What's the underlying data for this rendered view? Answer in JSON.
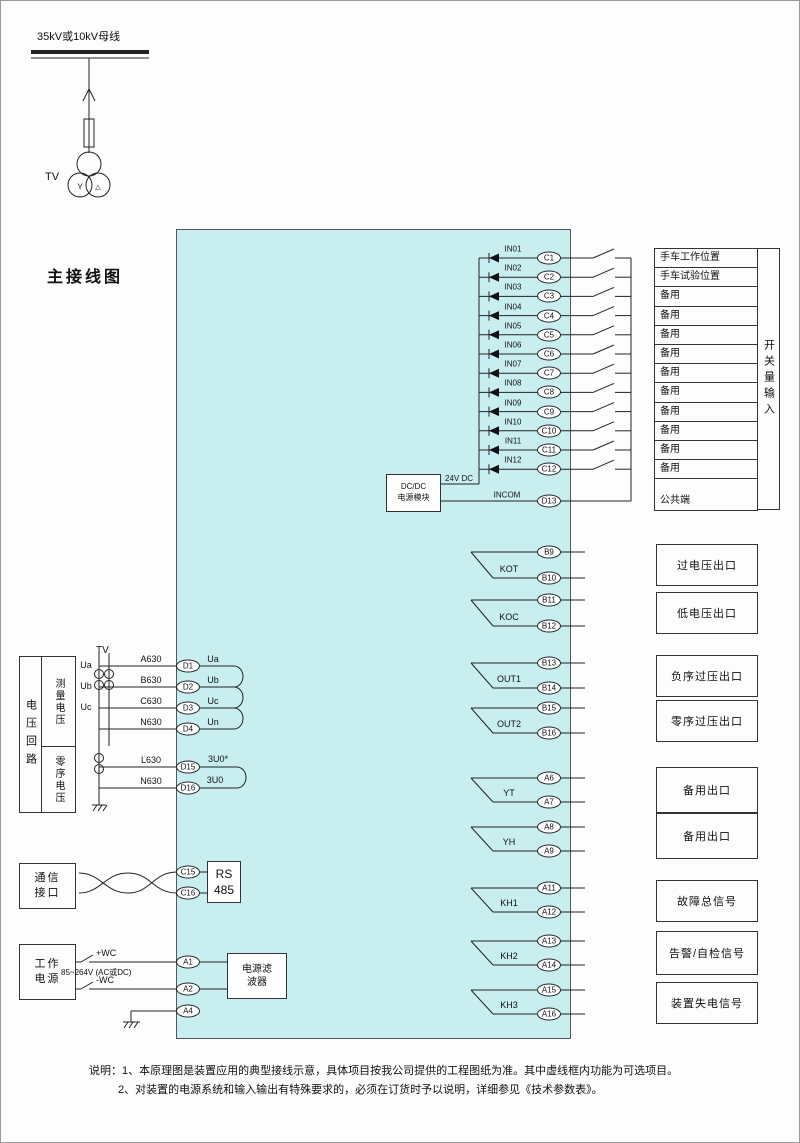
{
  "header": {
    "bus_label": "35kV或10kV母线",
    "tv_label": "TV",
    "tv_symbol_left": "Y",
    "tv_symbol_right": "△",
    "diagram_title": "主接线图"
  },
  "digital_inputs": {
    "group_label": "开关量输入",
    "dcdc": {
      "line1": "DC/DC",
      "line2": "电源模块",
      "voltage": "24V DC"
    },
    "common": {
      "signal": "INCOM",
      "terminal": "D13",
      "desc": "公共端"
    },
    "rows": [
      {
        "signal": "IN01",
        "terminal": "C1",
        "desc": "手车工作位置"
      },
      {
        "signal": "IN02",
        "terminal": "C2",
        "desc": "手车试验位置"
      },
      {
        "signal": "IN03",
        "terminal": "C3",
        "desc": "备用"
      },
      {
        "signal": "IN04",
        "terminal": "C4",
        "desc": "备用"
      },
      {
        "signal": "IN05",
        "terminal": "C5",
        "desc": "备用"
      },
      {
        "signal": "IN06",
        "terminal": "C6",
        "desc": "备用"
      },
      {
        "signal": "IN07",
        "terminal": "C7",
        "desc": "备用"
      },
      {
        "signal": "IN08",
        "terminal": "C8",
        "desc": "备用"
      },
      {
        "signal": "IN09",
        "terminal": "C9",
        "desc": "备用"
      },
      {
        "signal": "IN10",
        "terminal": "C10",
        "desc": "备用"
      },
      {
        "signal": "IN11",
        "terminal": "C11",
        "desc": "备用"
      },
      {
        "signal": "IN12",
        "terminal": "C12",
        "desc": "备用"
      }
    ]
  },
  "outputs": [
    {
      "name": "KOT",
      "t1": "B9",
      "t2": "B10",
      "desc": "过电压出口"
    },
    {
      "name": "KOC",
      "t1": "B11",
      "t2": "B12",
      "desc": "低电压出口"
    },
    {
      "name": "OUT1",
      "t1": "B13",
      "t2": "B14",
      "desc": "负序过压出口"
    },
    {
      "name": "OUT2",
      "t1": "B15",
      "t2": "B16",
      "desc": "零序过压出口"
    },
    {
      "name": "YT",
      "t1": "A6",
      "t2": "A7",
      "desc": "备用出口"
    },
    {
      "name": "YH",
      "t1": "A8",
      "t2": "A9",
      "desc": "备用出口"
    },
    {
      "name": "KH1",
      "t1": "A11",
      "t2": "A12",
      "desc": "故障总信号"
    },
    {
      "name": "KH2",
      "t1": "A13",
      "t2": "A14",
      "desc": "告警/自检信号"
    },
    {
      "name": "KH3",
      "t1": "A15",
      "t2": "A16",
      "desc": "装置失电信号"
    }
  ],
  "voltage_circuit": {
    "box_label": "电压回路",
    "measure_label": "测量电压",
    "zero_label": "零序电压",
    "tv_label": "TV",
    "phase_inputs": [
      "Ua",
      "Ub",
      "Uc"
    ],
    "wires": [
      {
        "wire": "A630",
        "terminal": "D1",
        "pin": "Ua"
      },
      {
        "wire": "B630",
        "terminal": "D2",
        "pin": "Ub"
      },
      {
        "wire": "C630",
        "terminal": "D3",
        "pin": "Uc"
      },
      {
        "wire": "N630",
        "terminal": "D4",
        "pin": "Un"
      }
    ],
    "zero_wires": [
      {
        "wire": "L630",
        "terminal": "D15",
        "pin": "3U0*"
      },
      {
        "wire": "N630",
        "terminal": "D16",
        "pin": "3U0"
      }
    ]
  },
  "comm": {
    "label_line1": "通信",
    "label_line2": "接口",
    "terminals": [
      "C15",
      "C16"
    ],
    "rs_line1": "RS",
    "rs_line2": "485"
  },
  "power": {
    "label_line1": "工作",
    "label_line2": "电源",
    "plus_label": "+WC",
    "minus_label": "-WC",
    "range_label": "85~264V (AC或DC)",
    "terminals": [
      "A1",
      "A2",
      "A4"
    ],
    "filter_line1": "电源滤",
    "filter_line2": "波器"
  },
  "notes": {
    "line1": "说明：1、本原理图是装置应用的典型接线示意，具体项目按我公司提供的工程图纸为准。其中虚线框内功能为可选项目。",
    "line2": "2、对装置的电源系统和输入输出有特殊要求的，必须在订货时予以说明，详细参见《技术参数表》。"
  },
  "colors": {
    "device_fill": "#c8eef0"
  }
}
